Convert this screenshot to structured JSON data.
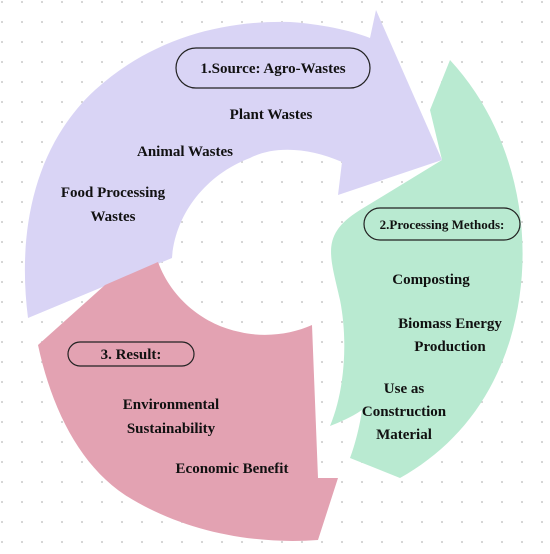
{
  "colors": {
    "segment_source": "#d9d4f5",
    "segment_processing": "#b9ead1",
    "segment_result": "#e3a2b2",
    "dot_grid": "#c8c8c8"
  },
  "segments": {
    "source": {
      "header": "1.Source: Agro-Wastes",
      "items": [
        "Plant Wastes",
        "Animal Wastes",
        "Food Processing",
        "Wastes"
      ]
    },
    "processing": {
      "header": "2.Processing Methods:",
      "items": [
        "Composting",
        "Biomass Energy",
        "Production",
        "Use as",
        "Construction",
        "Material"
      ]
    },
    "result": {
      "header": "3. Result:",
      "items": [
        "Environmental",
        "Sustainability",
        "Economic Benefit"
      ]
    }
  }
}
